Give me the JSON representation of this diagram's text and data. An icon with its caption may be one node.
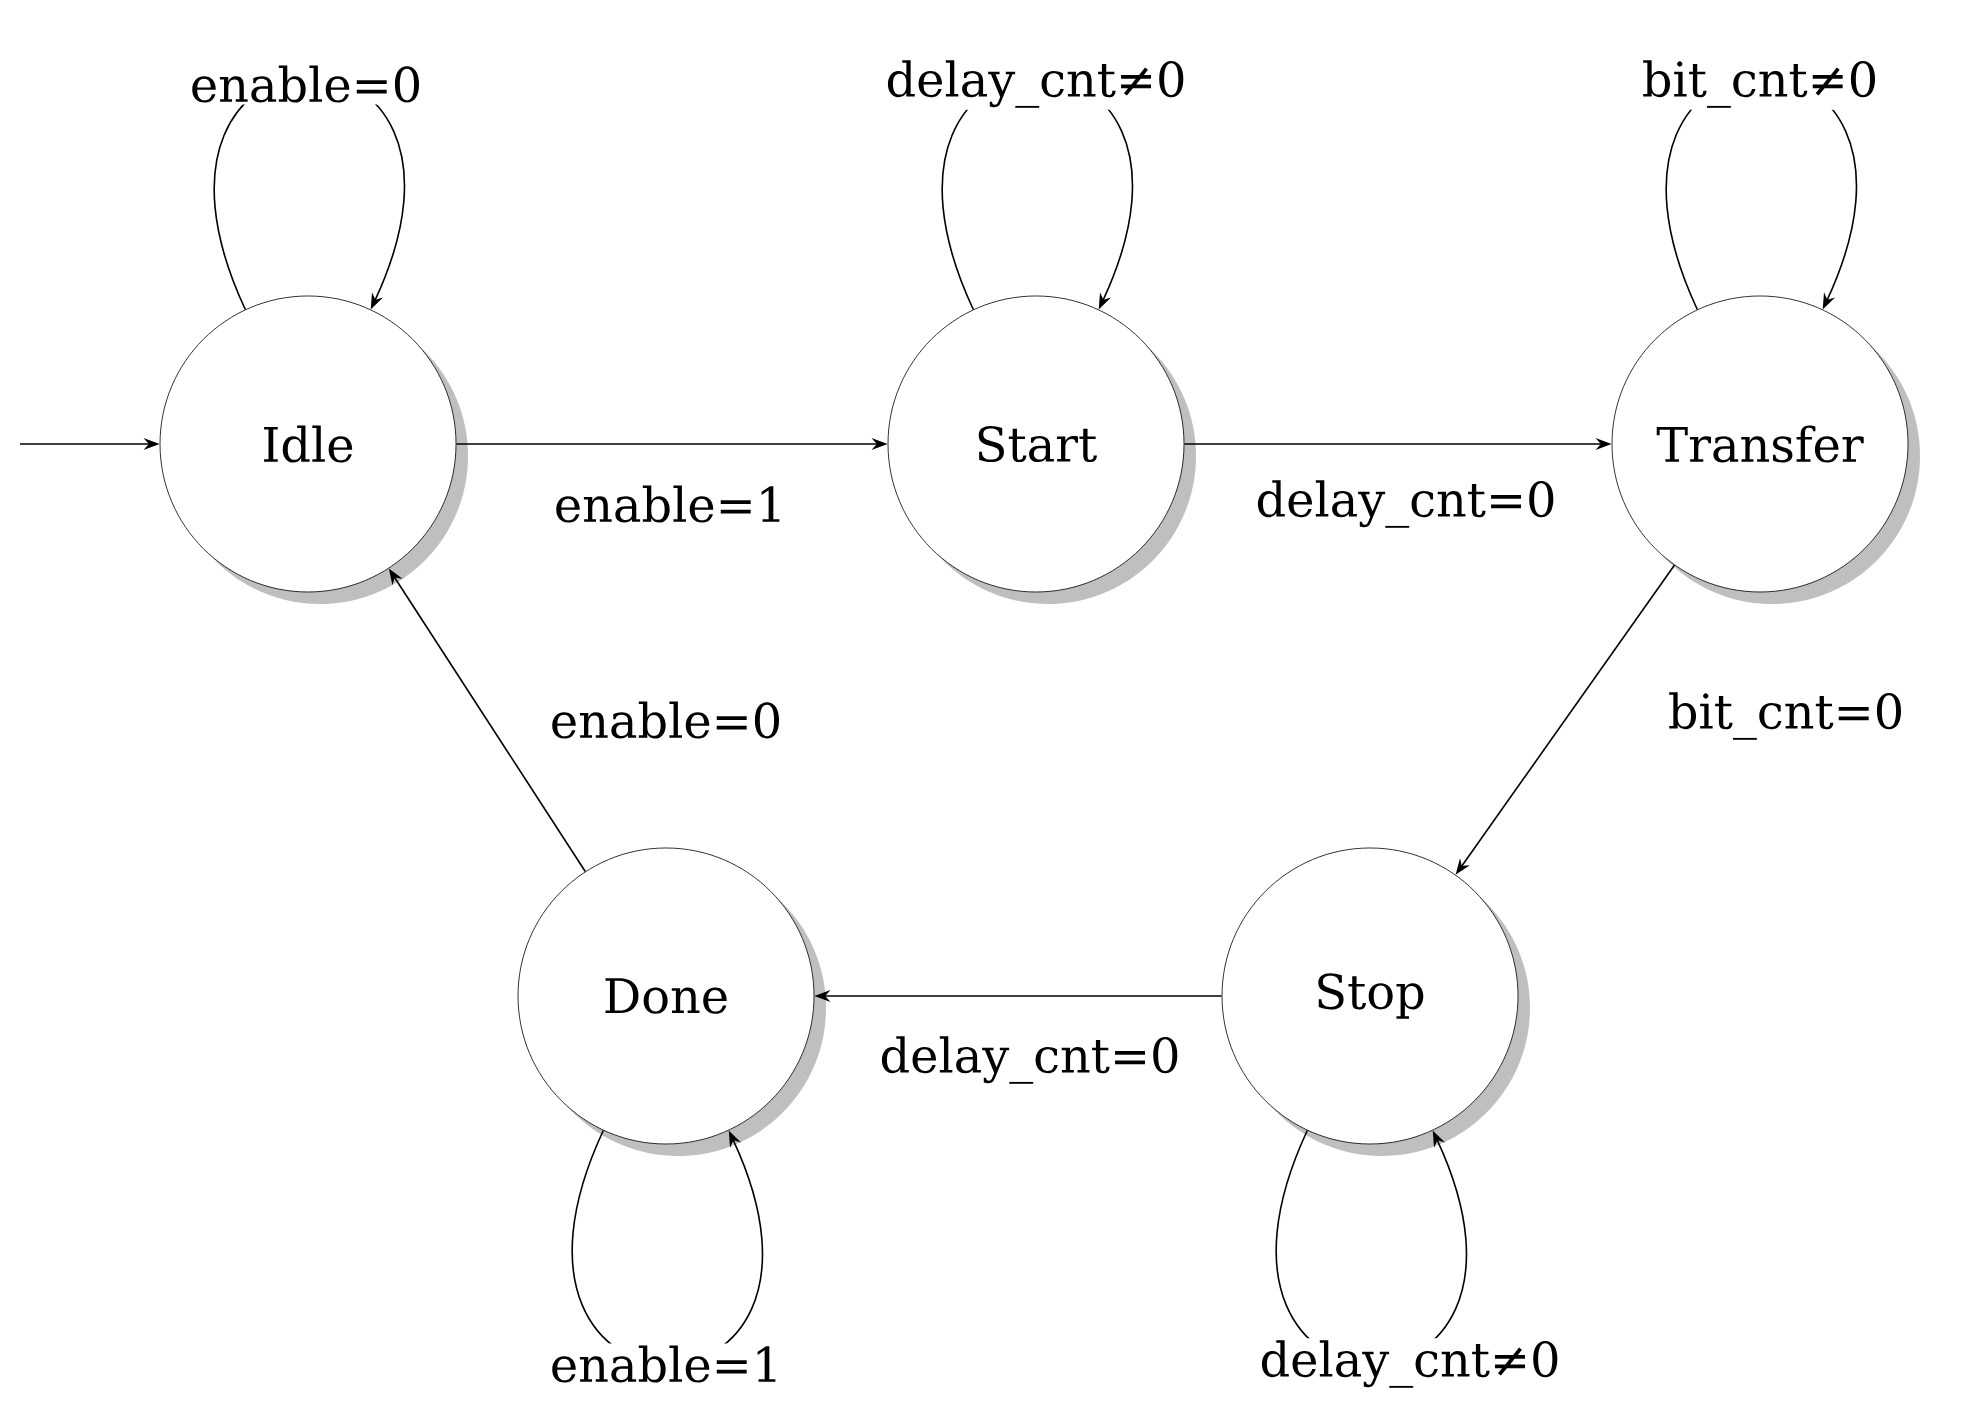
{
  "diagram": {
    "nodes": [
      {
        "text": [
          "Idle"
        ]
      },
      {
        "text": [
          "Start"
        ]
      },
      {
        "text": [
          "Transfer"
        ]
      },
      {
        "text": [
          "Stop"
        ]
      },
      {
        "text": [
          "Done"
        ]
      }
    ],
    "edges": [
      {
        "from": null,
        "to": 0,
        "arrow": "to"
      },
      {
        "from": 0,
        "to": 0,
        "arrow": "to",
        "label": "enable=0"
      },
      {
        "from": 0,
        "to": 1,
        "arrow": "to",
        "label": "enable=1"
      },
      {
        "from": 1,
        "to": 1,
        "arrow": "to",
        "label": "delay_cnt≠0"
      },
      {
        "from": 1,
        "to": 2,
        "arrow": "to",
        "label": "delay_cnt=0"
      },
      {
        "from": 2,
        "to": 2,
        "arrow": "to",
        "label": "bit_cnt≠0"
      },
      {
        "from": 2,
        "to": 3,
        "arrow": "to",
        "label": "bit_cnt=0"
      },
      {
        "from": 3,
        "to": 3,
        "arrow": "to",
        "label": "delay_cnt≠0"
      },
      {
        "from": 3,
        "to": 4,
        "arrow": "to",
        "label": "delay_cnt=0"
      },
      {
        "from": 4,
        "to": 4,
        "arrow": "to",
        "label": "enable=1"
      },
      {
        "from": 4,
        "to": 0,
        "arrow": "to",
        "label": "enable=0"
      }
    ]
  }
}
